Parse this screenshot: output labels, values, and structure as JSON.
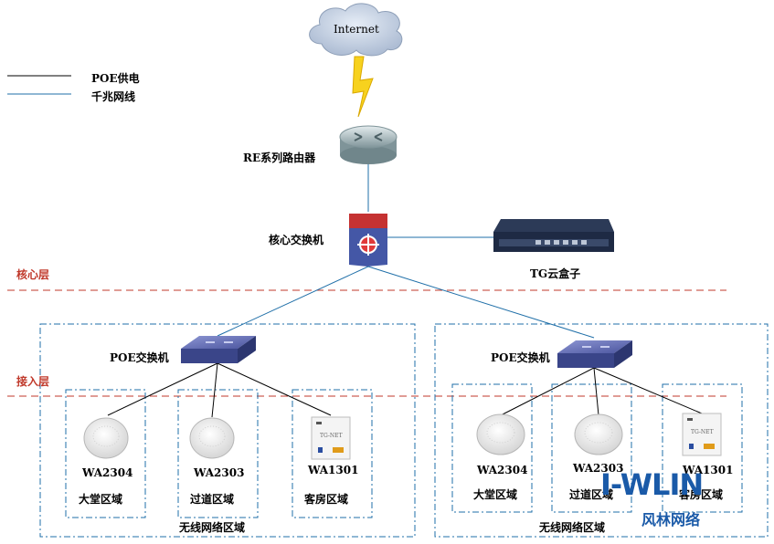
{
  "legend": [
    {
      "label": "POE供电",
      "color": "#000000"
    },
    {
      "label": "千兆网线",
      "color": "#1f6fa8"
    }
  ],
  "cloud_label": "Internet",
  "router_label": "RE系列路由器",
  "core_switch_label": "核心交换机",
  "cloud_box_label": "TG云盒子",
  "layers": {
    "core": "核心层",
    "access": "接入层"
  },
  "groups": [
    {
      "switch_label": "POE交换机",
      "area_label": "无线网络区域",
      "aps": [
        {
          "model": "WA2304",
          "zone": "大堂区域"
        },
        {
          "model": "WA2303",
          "zone": "过道区域"
        },
        {
          "model": "WA1301",
          "zone": "客房区域"
        }
      ]
    },
    {
      "switch_label": "POE交换机",
      "area_label": "无线网络区域",
      "aps": [
        {
          "model": "WA2304",
          "zone": "大堂区域"
        },
        {
          "model": "WA2303",
          "zone": "过道区域"
        },
        {
          "model": "WA1301",
          "zone": "客房区域"
        }
      ]
    }
  ],
  "panel_label": "TG-NET",
  "watermark": {
    "logo": "I-WLIN",
    "sub": "风林网络"
  },
  "colors": {
    "poe": "#000000",
    "gigabit": "#1f6fa8",
    "layer_line": "#c0392b",
    "box": "#1f6fa8",
    "brand": "#1a5aa8"
  }
}
